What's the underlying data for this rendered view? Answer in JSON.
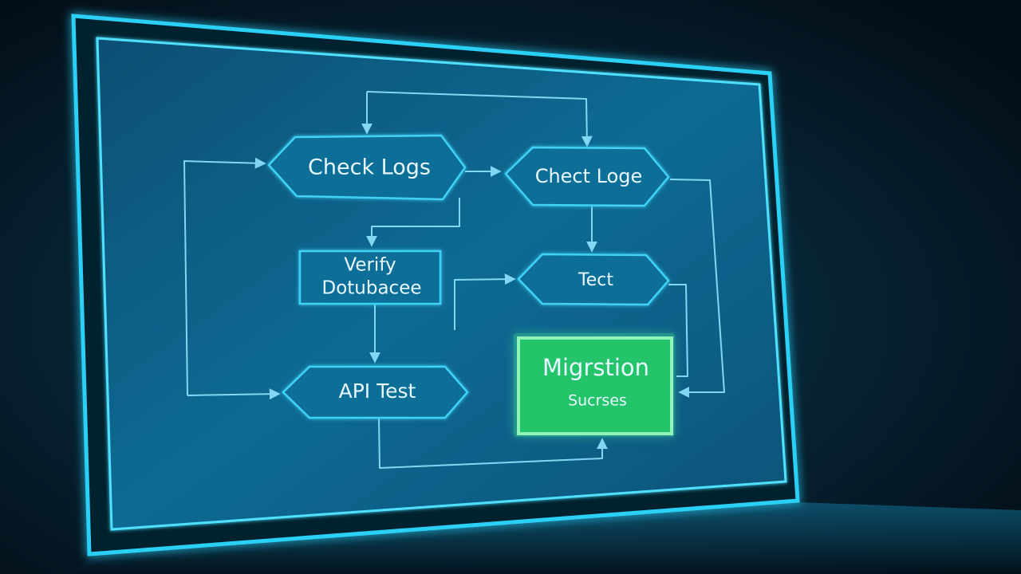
{
  "colors": {
    "background": "#041420",
    "screen_fill": "#0d5f86",
    "screen_glow": "#27c6f2",
    "node_fill": "#0e6e98",
    "node_stroke": "#3fd2f6",
    "edge": "#8fe4ff",
    "success_fill": "#23c46a",
    "success_stroke": "#8ff5b8",
    "text": "#e8f8ff"
  },
  "nodes": {
    "check_logs_1": {
      "label": "Check Logs",
      "shape": "hexagon"
    },
    "check_logs_2": {
      "label": "Chect Loge",
      "shape": "hexagon"
    },
    "verify_database": {
      "label_line1": "Verify",
      "label_line2": "Dotubacee",
      "shape": "rectangle"
    },
    "test": {
      "label": "Tect",
      "shape": "hexagon"
    },
    "api_test": {
      "label": "API Test",
      "shape": "hexagon"
    },
    "migration_success": {
      "label_line1": "Migrstion",
      "label_line2": "Sucrses",
      "shape": "rectangle",
      "status": "success"
    }
  },
  "edges": [
    {
      "from": "top-loop",
      "to": "check_logs_1"
    },
    {
      "from": "top-loop",
      "to": "check_logs_2"
    },
    {
      "from": "check_logs_1",
      "to": "check_logs_2"
    },
    {
      "from": "check_logs_1",
      "to": "verify_database"
    },
    {
      "from": "check_logs_2",
      "to": "test"
    },
    {
      "from": "verify_database",
      "to": "api_test"
    },
    {
      "from": "left-loop",
      "to": "check_logs_1"
    },
    {
      "from": "left-loop",
      "to": "api_test"
    },
    {
      "from": "test",
      "to": "migration_success"
    },
    {
      "from": "check_logs_2",
      "to": "migration_success"
    },
    {
      "from": "api_test",
      "to": "migration_success"
    }
  ]
}
